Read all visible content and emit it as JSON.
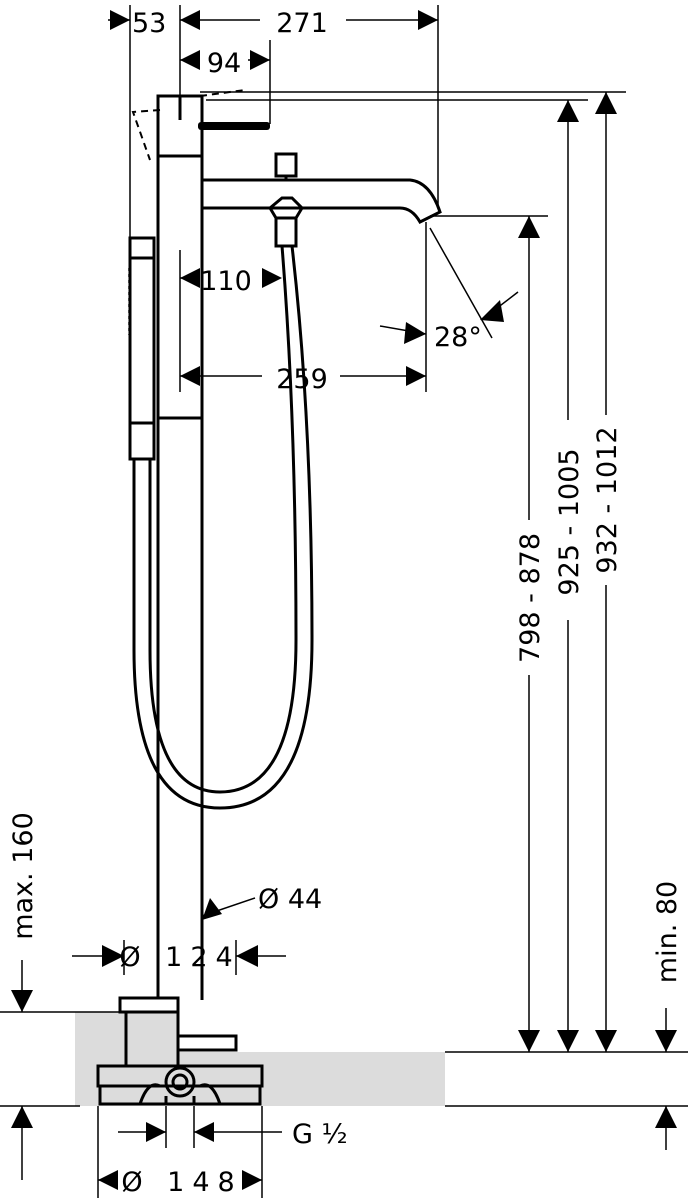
{
  "dimensions": {
    "d53": "53",
    "d271": "271",
    "d94": "94",
    "d110": "110",
    "d259": "259",
    "angle": "28°",
    "h798": "798 - 878",
    "h925": "925 - 1005",
    "h932": "932 - 1012",
    "max160": "max. 160",
    "min80": "min. 80",
    "dia44": "Ø 44",
    "dia124": "Ø 124",
    "g12": "G ½",
    "dia148": "Ø 148"
  },
  "colors": {
    "line": "#000000",
    "floor": "#dcdcdc",
    "background": "#ffffff"
  }
}
